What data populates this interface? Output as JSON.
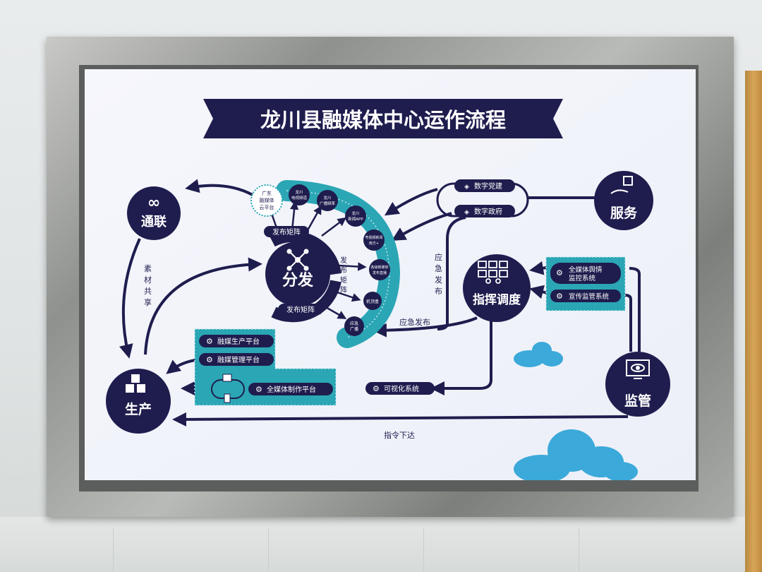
{
  "title": "龙川县融媒体中心运作流程",
  "nodes": {
    "tonglian": "通联",
    "fenfa": "分发",
    "shengchan": "生产",
    "zhihui": "指挥调度",
    "fuwu": "服务",
    "jianguan": "监管"
  },
  "labels": {
    "sucai_1": "素",
    "sucai_2": "材",
    "sucai_3": "共",
    "sucai_4": "享",
    "fabu_top": "发布矩阵",
    "fabu_bottom": "发布矩阵",
    "fabu_side_1": "发",
    "fabu_side_2": "布",
    "fabu_side_3": "矩",
    "fabu_side_4": "阵",
    "yingji_1": "应",
    "yingji_2": "急",
    "yingji_3": "发",
    "yingji_4": "布",
    "yingji_h": "应急发布",
    "zhiling": "指令下达"
  },
  "platform_cloud": {
    "line1": "广东",
    "line2": "融媒体",
    "line3": "云平台"
  },
  "channels": [
    {
      "l1": "龙川",
      "l2": "电视频道"
    },
    {
      "l1": "龙川",
      "l2": "广播频率"
    },
    {
      "l1": "龙川",
      "l2": "新闻APP"
    },
    {
      "l1": "粤视频新闻",
      "l2": "南方+"
    },
    {
      "l1": "各级新媒体",
      "l2": "发布直播"
    },
    {
      "l1": "机顶盒",
      "l2": ""
    },
    {
      "l1": "应急",
      "l2": "广播"
    }
  ],
  "digital": {
    "item1": "数字党建",
    "item2": "数字政府"
  },
  "platforms": {
    "p1": "融媒生产平台",
    "p2": "融媒管理平台",
    "p3": "全媒体制作平台",
    "visual": "可视化系统"
  },
  "monitor": {
    "m1_l1": "全媒体舆情",
    "m1_l2": "监控系统",
    "m2": "宣传监管系统"
  },
  "colors": {
    "navy": "#1f1d4e",
    "teal": "#2ba6b5",
    "poster_bg": "#f4f6fb",
    "cloud": "#3ba9d9"
  }
}
